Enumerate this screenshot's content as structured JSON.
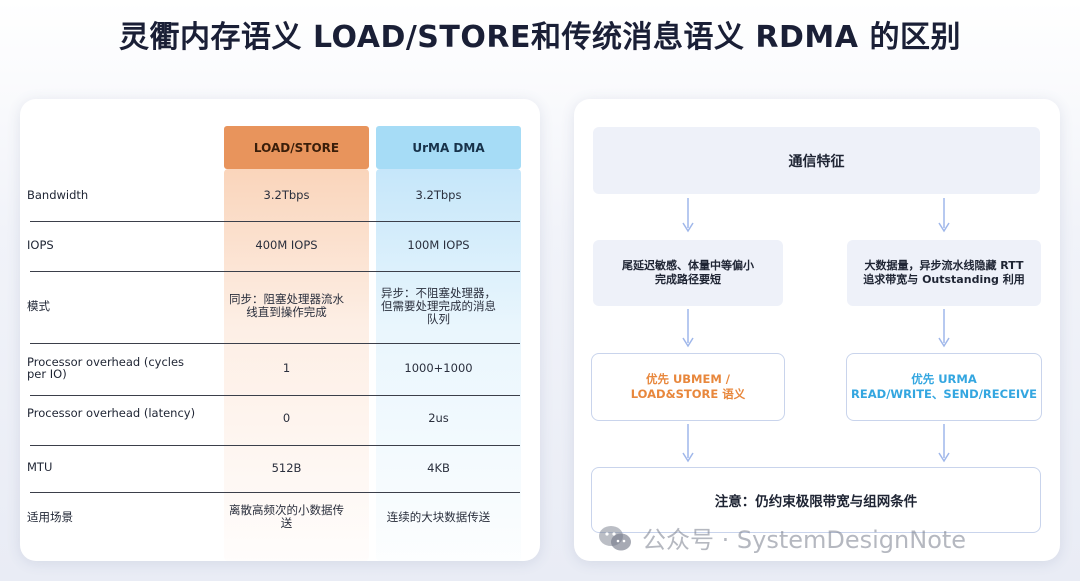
{
  "title": "灵衢内存语义 LOAD/STORE和传统消息语义 RDMA 的区别",
  "table": {
    "columns": [
      "LOAD/STORE",
      "UrMA DMA"
    ],
    "rows": [
      {
        "label": "Bandwidth",
        "load": "3.2Tbps",
        "urma": "3.2Tbps"
      },
      {
        "label": "IOPS",
        "load": "400M IOPS",
        "urma": "100M IOPS"
      },
      {
        "label": "模式",
        "load": "同步：阻塞处理器流水线直到操作完成",
        "urma": "异步：不阻塞处理器，但需要处理完成的消息队列"
      },
      {
        "label": "Processor overhead (cycles per IO)",
        "load": "1",
        "urma": "1000+1000"
      },
      {
        "label": "Processor overhead (latency)",
        "load": "0",
        "urma": "2us"
      },
      {
        "label": "MTU",
        "load": "512B",
        "urma": "4KB"
      },
      {
        "label": "适用场景",
        "load": "离散高频次的小数据传送",
        "urma": "连续的大块数据传送"
      }
    ]
  },
  "diagram": {
    "top": "通信特征",
    "left_feature": "尾延迟敏感、体量中等偏小完成路径要短",
    "right_feature": "大数据量，异步流水线隐藏 RTT 追求带宽与 Outstanding 利用",
    "left_pref_line1": "优先 UBMEM /",
    "left_pref_line2": "LOAD&STORE 语义",
    "right_pref_line1": "优先 URMA",
    "right_pref_line2": "READ/WRITE、SEND/RECEIVE",
    "note": "注意：仍约束极限带宽与组网条件"
  },
  "colors": {
    "load_header": "#e8945c",
    "urma_header": "#a6dcf6",
    "left_pref_text": "#e8873c",
    "right_pref_text": "#33a6e0",
    "arrow": "#9fb7ea"
  },
  "watermark": "公众号 · SystemDesignNote"
}
